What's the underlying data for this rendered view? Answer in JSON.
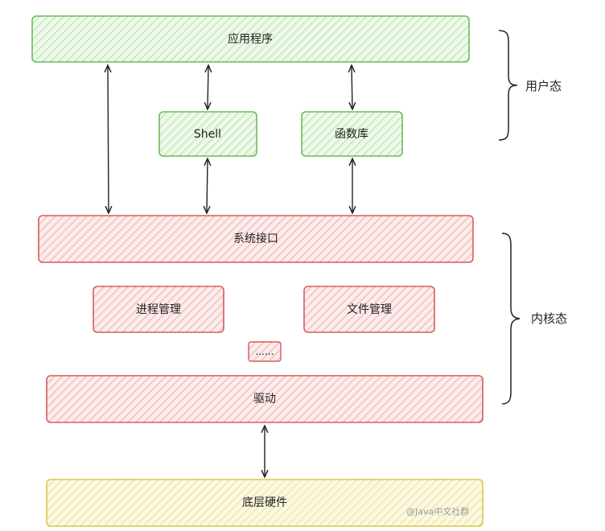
{
  "user_space": {
    "label": "用户态",
    "boxes": {
      "app": "应用程序",
      "shell": "Shell",
      "lib": "函数库"
    }
  },
  "kernel_space": {
    "label": "内核态",
    "boxes": {
      "syscall": "系统接口",
      "process": "进程管理",
      "file": "文件管理",
      "ellipsis": "......",
      "driver": "驱动"
    }
  },
  "hardware": {
    "label": "底层硬件"
  },
  "watermark": "@Java中文社群",
  "colors": {
    "green_stroke": "#6cba5a",
    "green_fill": "#c9edc0",
    "red_stroke": "#d65c5c",
    "red_fill": "#f4c8c8",
    "yellow_stroke": "#d8c84a",
    "yellow_fill": "#f4eeb8"
  }
}
